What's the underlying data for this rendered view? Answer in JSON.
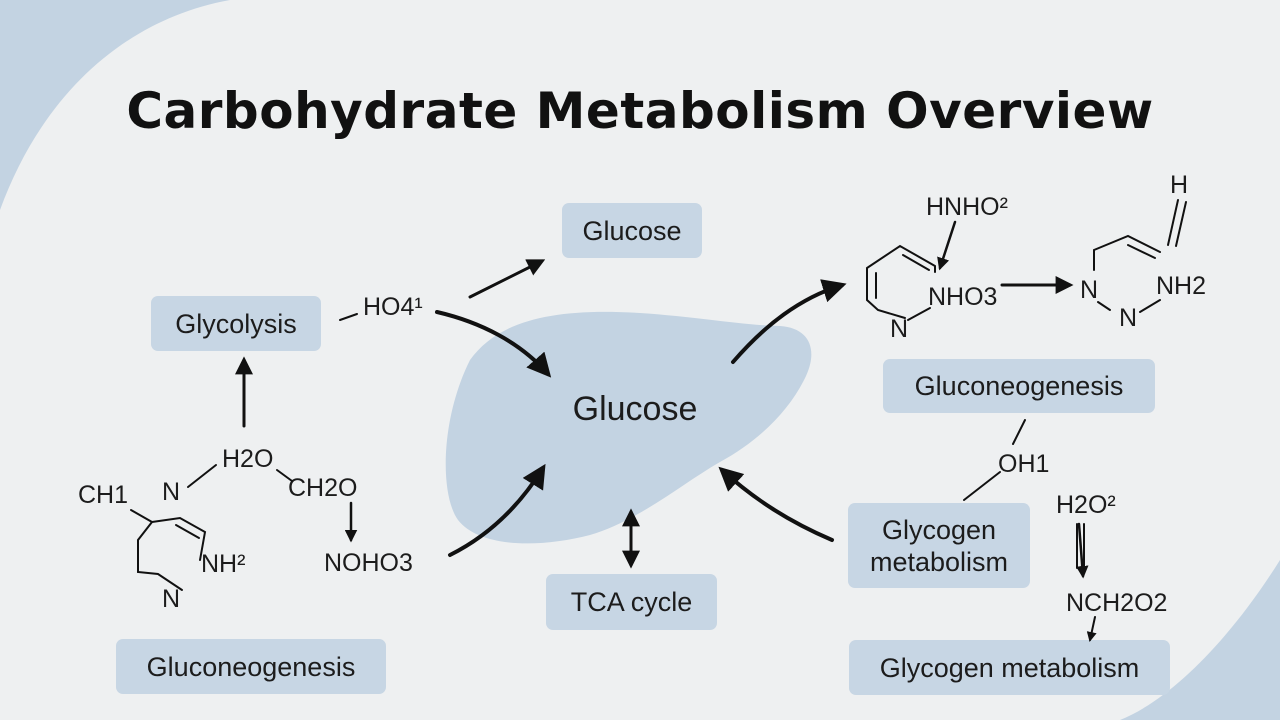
{
  "title": "Carbohydrate Metabolism Overview",
  "center_label": "Glucose",
  "boxes": {
    "glucose_top": "Glucose",
    "glycolysis": "Glycolysis",
    "gluconeogenesis_left": "Gluconeogenesis",
    "tca_cycle": "TCA cycle",
    "gluconeogenesis_right": "Gluconeogenesis",
    "glycogen_metabolism_mid": "Glycogen metabolism",
    "glycogen_metabolism_bottom": "Glycogen metabolism"
  },
  "chem_labels": {
    "ho4": "HO4¹",
    "h2o": "H2O",
    "ch2o": "CH2O",
    "ch1": "CH1",
    "n_left": "N",
    "nh2_left": "NH²",
    "n_left_ring": "N",
    "nohoh3": "NOHO3",
    "hnho2": "HNHO²",
    "nho3": "NHO3",
    "n_right_ring": "N",
    "h_top": "H",
    "n_ring2_left": "N",
    "n_ring2_bottom": "N",
    "nh2_right": "NH2",
    "oh1": "OH1",
    "h2o2": "H2O²",
    "nch2o2": "NCH2O2"
  },
  "colors": {
    "page_bg": "#eef0f1",
    "accent_blue": "#c3d3e2",
    "box_fill": "#c7d6e4",
    "ink": "#111111"
  }
}
